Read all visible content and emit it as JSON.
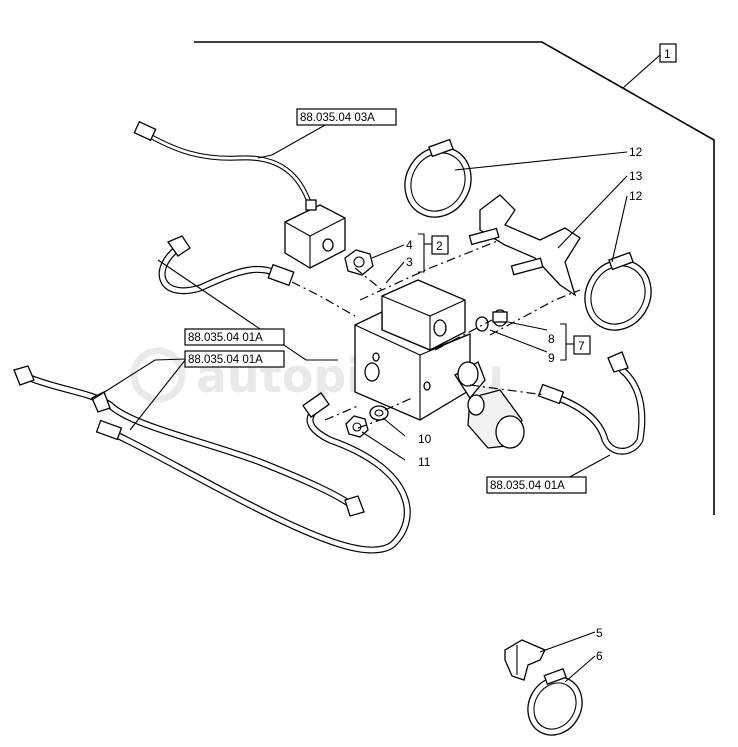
{
  "watermark": "autopiter.ru",
  "refs": {
    "top_cable": "88.035.04 03A",
    "left_hose_a": "88.035.04 01A",
    "left_hose_b": "88.035.04 01A",
    "right_hose": "88.035.04 01A"
  },
  "callouts": {
    "n1": "1",
    "n2": "2",
    "n3": "3",
    "n4": "4",
    "n5": "5",
    "n6": "6",
    "n7": "7",
    "n8": "8",
    "n9": "9",
    "n10": "10",
    "n11": "11",
    "n12a": "12",
    "n12b": "12",
    "n13": "13"
  }
}
